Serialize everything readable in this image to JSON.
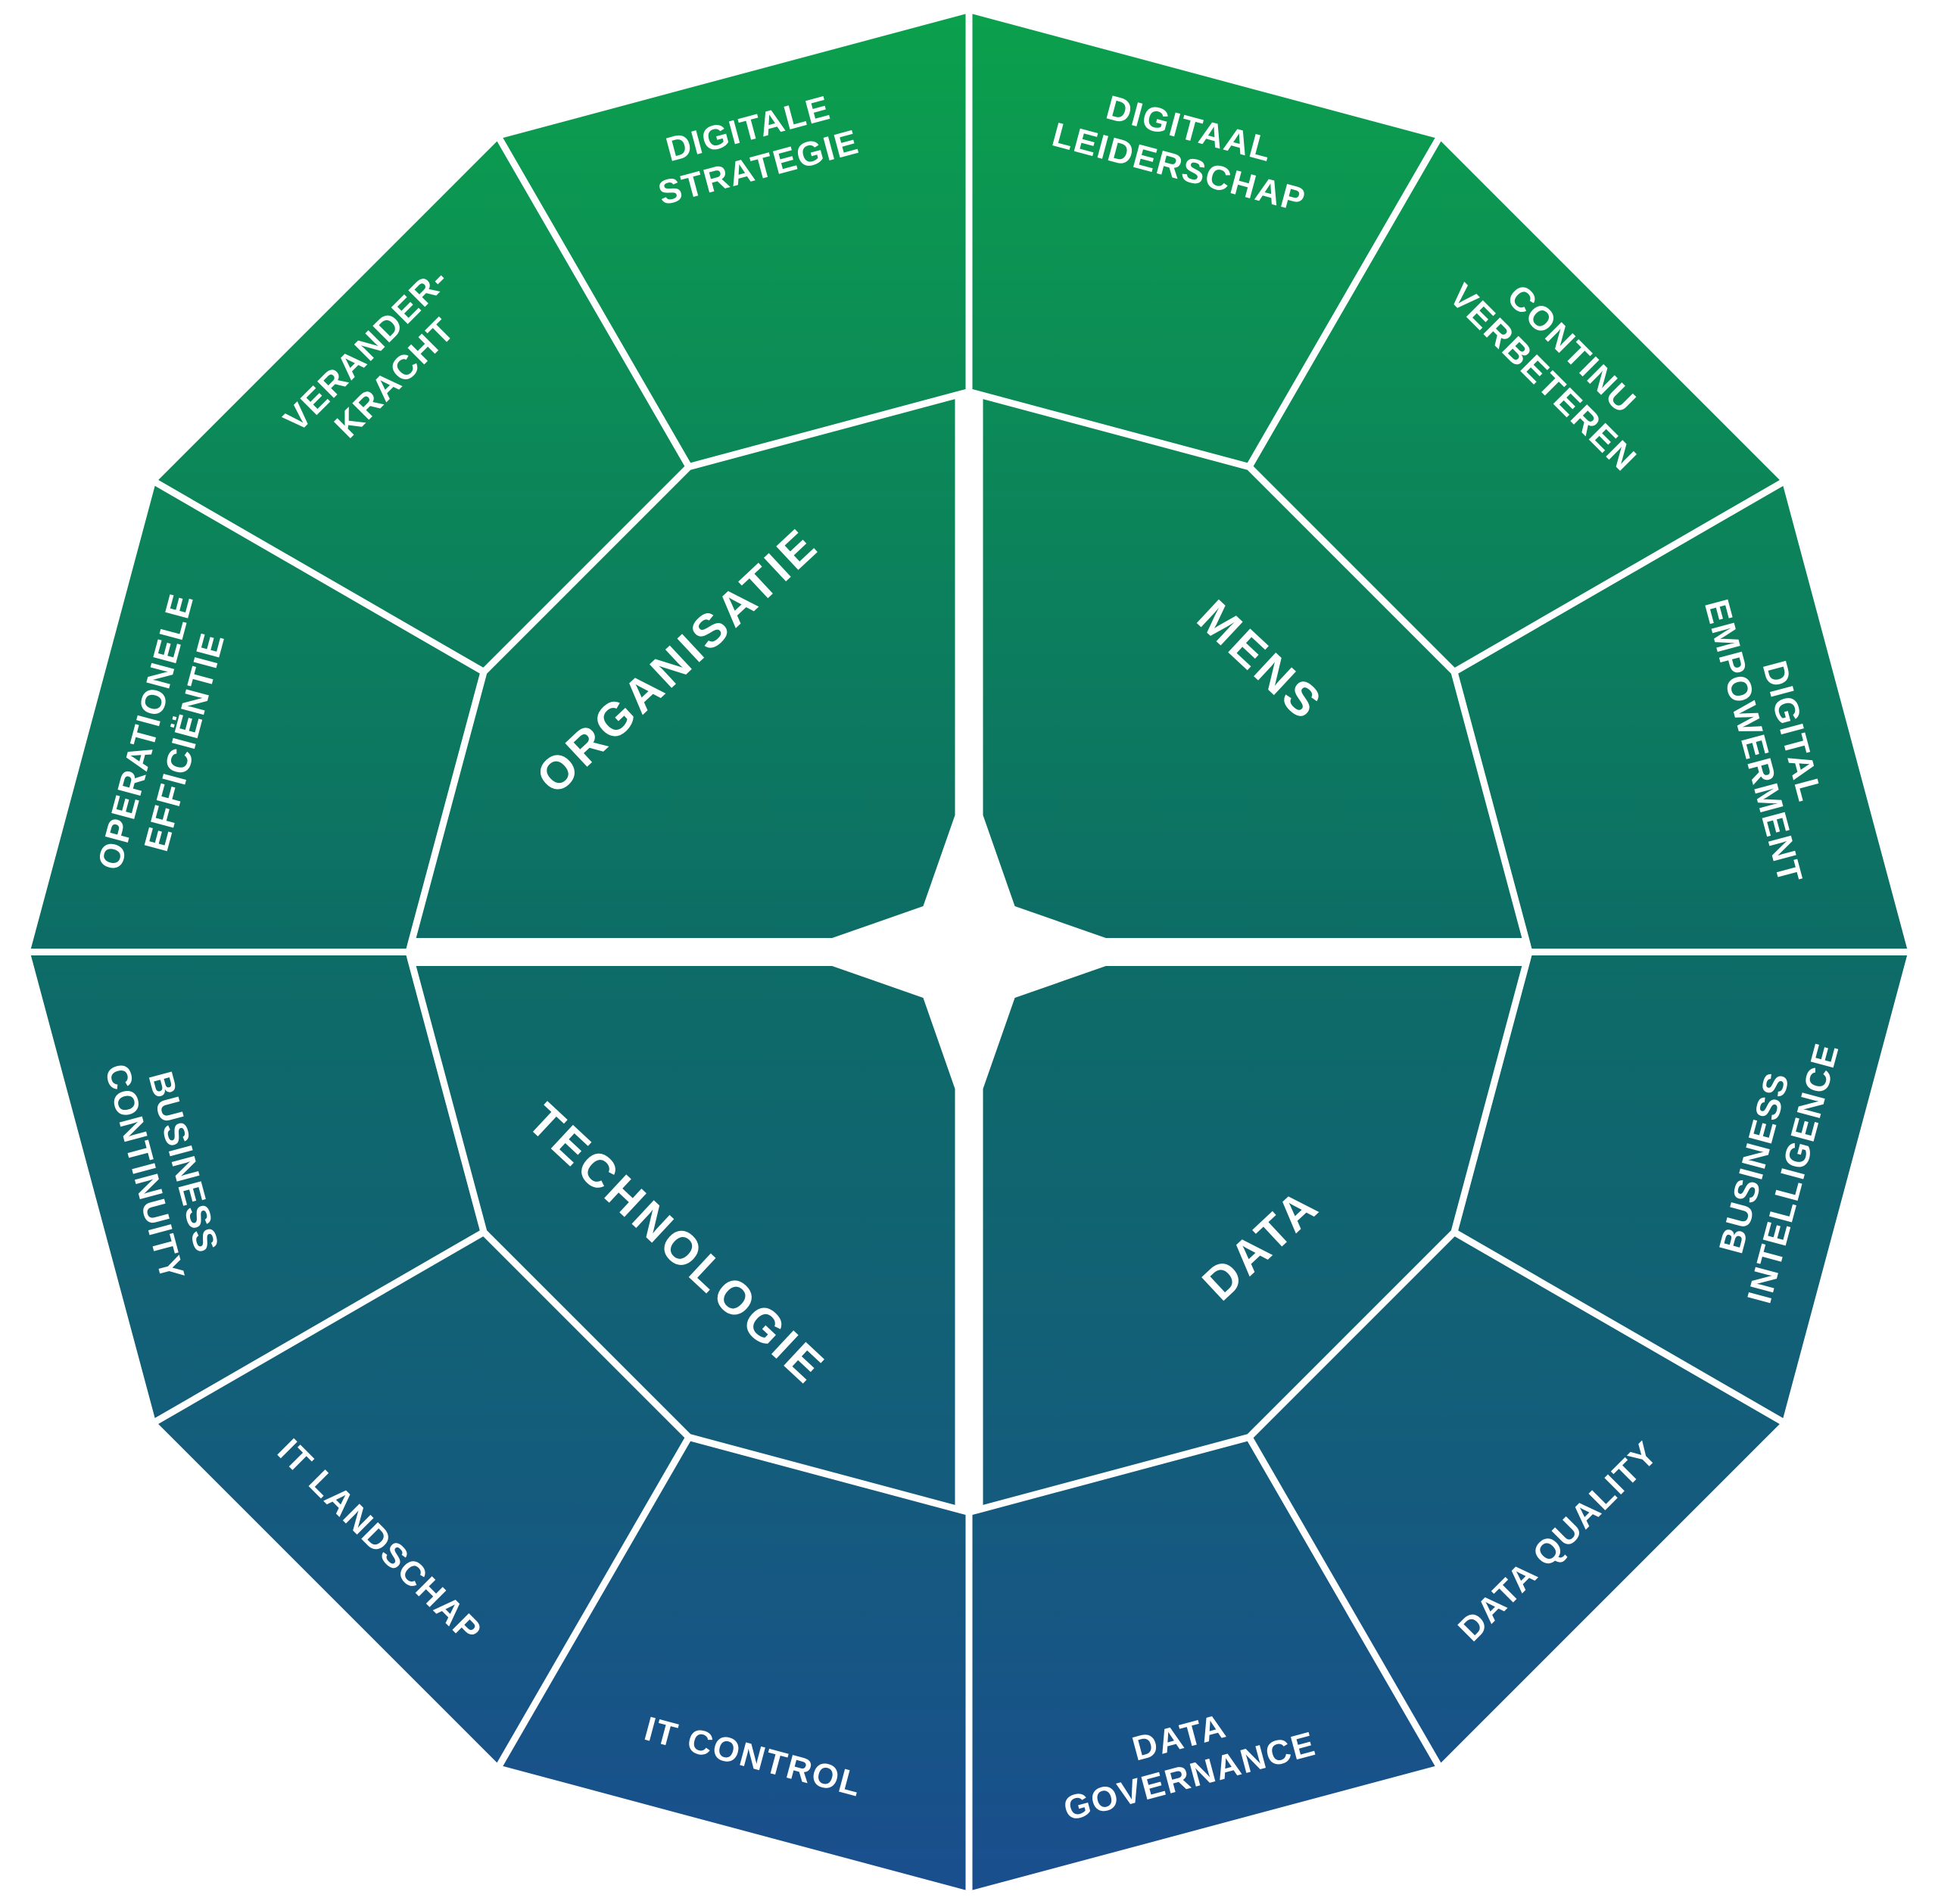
{
  "page": {
    "background": "#ffffff"
  },
  "wheel": {
    "gradient": {
      "top": "#0BA14C",
      "middle": "#0D6C66",
      "bottom": "#1A4E8F"
    },
    "divider_color": "#ffffff",
    "text_color": "#ffffff",
    "quadrants": [
      {
        "id": "mens",
        "label": "MENS",
        "start_angle": 0
      },
      {
        "id": "organisatie",
        "label": "ORGANISATIE",
        "start_angle": 90
      },
      {
        "id": "technologie",
        "label": "TECHNOLOGIE",
        "start_angle": 180
      },
      {
        "id": "data",
        "label": "DATA",
        "start_angle": 270
      }
    ],
    "segments": [
      {
        "id": "digitaal-leiderschap",
        "lines": [
          "DIGITAAL",
          "LEIDERSCHAP"
        ],
        "start_angle": 60
      },
      {
        "id": "digitale-strategie",
        "lines": [
          "DIGITALE",
          "STRATEGIE"
        ],
        "start_angle": 90
      },
      {
        "id": "veranderkracht",
        "lines": [
          "VERANDER-",
          "KRACHT"
        ],
        "start_angle": 120
      },
      {
        "id": "operationele-efficientie",
        "lines": [
          "OPERATIONELE",
          "EFFICIËNTIE"
        ],
        "start_angle": 150
      },
      {
        "id": "business-continuity",
        "lines": [
          "BUSINESS",
          "CONTINUITY"
        ],
        "start_angle": 180
      },
      {
        "id": "it-landschap",
        "lines": [
          "IT LANDSCHAP"
        ],
        "start_angle": 210
      },
      {
        "id": "it-control",
        "lines": [
          "IT CONTROL"
        ],
        "start_angle": 240
      },
      {
        "id": "data-governance",
        "lines": [
          "DATA",
          "GOVERNANCE"
        ],
        "start_angle": 270
      },
      {
        "id": "data-quality",
        "lines": [
          "DATA QUALITY"
        ],
        "start_angle": 300
      },
      {
        "id": "business-intelligence",
        "lines": [
          "BUSINESS",
          "INTELLIGENCE"
        ],
        "start_angle": 330
      },
      {
        "id": "digital-empowerment",
        "lines": [
          "DIGITAL",
          "EMPOWERMENT"
        ],
        "start_angle": 0
      },
      {
        "id": "continu-verbeteren",
        "lines": [
          "CONTINU",
          "VERBETEREN"
        ],
        "start_angle": 30
      }
    ]
  }
}
